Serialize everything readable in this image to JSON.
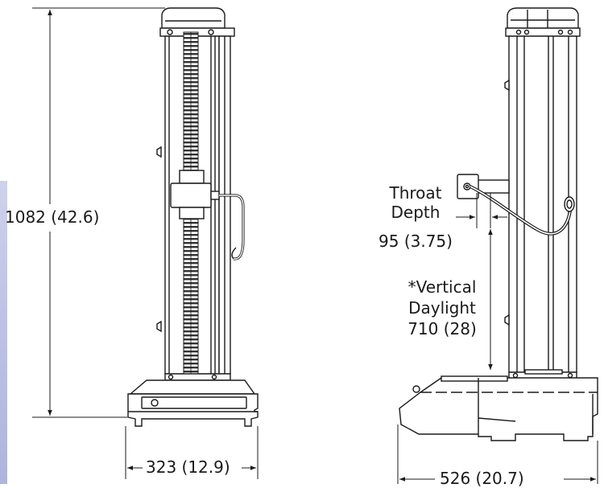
{
  "front_view": {
    "height_dimension": "1082 (42.6)",
    "width_dimension": "323 (12.9)"
  },
  "side_view": {
    "throat_depth_label": [
      "Throat",
      "Depth"
    ],
    "throat_depth_dimension": "95 (3.75)",
    "vertical_daylight_label": [
      "*Vertical",
      "Daylight"
    ],
    "vertical_daylight_dimension": "710 (28)",
    "width_dimension": "526 (20.7)"
  },
  "colors": {
    "line": "#1a1a1a",
    "edge_strip": "#bfc4e6"
  }
}
